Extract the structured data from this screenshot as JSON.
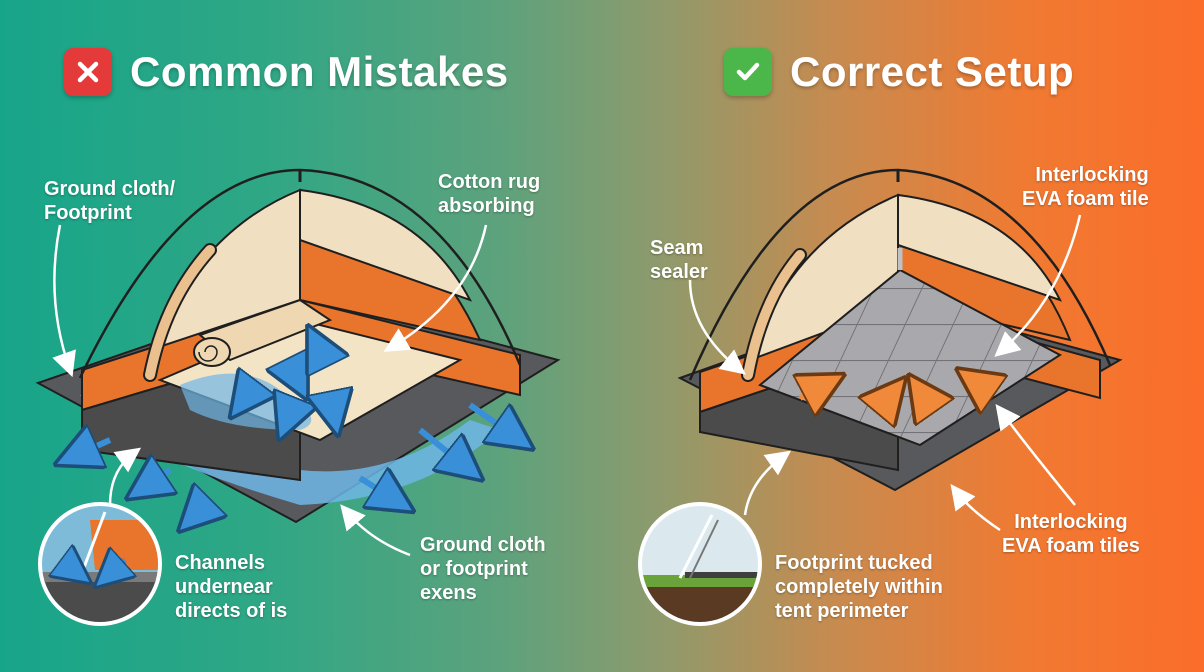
{
  "left_panel": {
    "title": "Common Mistakes",
    "badge_icon": "x-mark-icon",
    "badge_color": "#e53a3a",
    "labels": {
      "ground_cloth": [
        "Ground cloth/",
        "Footprint"
      ],
      "cotton_rug": [
        "Cotton rug",
        "absorbing"
      ],
      "channels": [
        "Channels",
        "undernear",
        "directs of is"
      ],
      "extends": [
        "Ground cloth",
        "or footprint",
        "exens"
      ]
    }
  },
  "right_panel": {
    "title": "Correct Setup",
    "badge_icon": "check-mark-icon",
    "badge_color": "#4bb64a",
    "labels": {
      "seam_sealer": [
        "Seam",
        "sealer"
      ],
      "tile_top": [
        "Interlocking",
        "EVA foam tile"
      ],
      "tiles_bottom": [
        "Interlocking",
        "EVA foam tiles"
      ],
      "tucked": [
        "Footprint tucked",
        "completely within",
        "tent perimeter"
      ]
    }
  },
  "colors": {
    "gradient_left": "#17a58a",
    "gradient_right": "#fb6d2a",
    "tent_canvas": "#f1dfc2",
    "tent_orange": "#e9742c",
    "tent_floor_dark": "#4b4b4b",
    "water": "#6fb6e6",
    "arrow_blue": "#3a8fd9",
    "arrow_orange": "#f08a3a",
    "foam_tile": "#a9a9ad"
  }
}
